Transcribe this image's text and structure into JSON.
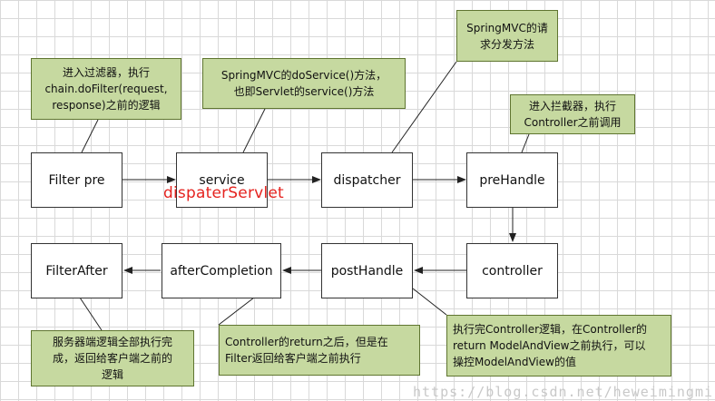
{
  "nodes": {
    "filter_pre": "Filter pre",
    "service": "service",
    "dispatcher": "dispatcher",
    "pre_handle": "preHandle",
    "controller": "controller",
    "post_handle": "postHandle",
    "after_completion": "afterCompletion",
    "filter_after": "FilterAfter"
  },
  "notes": {
    "filter_pre": [
      "进入过滤器，执行",
      "chain.doFilter(request,",
      "response)之前的逻辑"
    ],
    "service": [
      "SpringMVC的doService()方法，",
      "也即Servlet的service()方法"
    ],
    "dispatcher": [
      "SpringMVC的请",
      "求分发方法"
    ],
    "pre_handle": [
      "进入拦截器，执行",
      "Controller之前调用"
    ],
    "filter_after": [
      "服务器端逻辑全部执行完",
      "成，返回给客户端之前的",
      "逻辑"
    ],
    "after_completion": [
      "Controller的return之后，但是在",
      "Filter返回给客户端之前执行"
    ],
    "post_handle": [
      "执行完Controller逻辑，在Controller的",
      "return ModelAndView之前执行，可以",
      "操控ModelAndView的值"
    ]
  },
  "overlay_label": "dispaterServlet",
  "watermark": "https://blog.csdn.net/heweimingmi",
  "colors": {
    "note_fill": "#c6d9a0",
    "note_border": "#5f7530",
    "overlay_text": "#e5231f"
  }
}
